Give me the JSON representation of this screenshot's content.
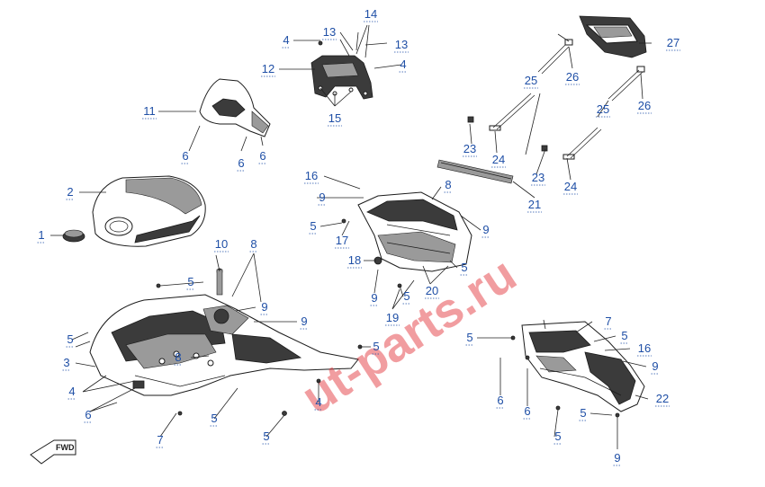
{
  "diagram": {
    "watermark": "ut-parts.ru",
    "direction_badge": "FWD",
    "callouts": [
      {
        "id": "c1",
        "label": "1"
      },
      {
        "id": "c2",
        "label": "2"
      },
      {
        "id": "c3",
        "label": "3"
      },
      {
        "id": "c4a",
        "label": "4"
      },
      {
        "id": "c4b",
        "label": "4"
      },
      {
        "id": "c4c",
        "label": "4"
      },
      {
        "id": "c4d",
        "label": "4"
      },
      {
        "id": "c5a",
        "label": "5"
      },
      {
        "id": "c5b",
        "label": "5"
      },
      {
        "id": "c5c",
        "label": "5"
      },
      {
        "id": "c5d",
        "label": "5"
      },
      {
        "id": "c5e",
        "label": "5"
      },
      {
        "id": "c5f",
        "label": "5"
      },
      {
        "id": "c5g",
        "label": "5"
      },
      {
        "id": "c5h",
        "label": "5"
      },
      {
        "id": "c5i",
        "label": "5"
      },
      {
        "id": "c5j",
        "label": "5"
      },
      {
        "id": "c5k",
        "label": "5"
      },
      {
        "id": "c5l",
        "label": "5"
      },
      {
        "id": "c6a",
        "label": "6"
      },
      {
        "id": "c6b",
        "label": "6"
      },
      {
        "id": "c6c",
        "label": "6"
      },
      {
        "id": "c6d",
        "label": "6"
      },
      {
        "id": "c6e",
        "label": "6"
      },
      {
        "id": "c6f",
        "label": "6"
      },
      {
        "id": "c7a",
        "label": "7"
      },
      {
        "id": "c7b",
        "label": "7"
      },
      {
        "id": "c8a",
        "label": "8"
      },
      {
        "id": "c8b",
        "label": "8"
      },
      {
        "id": "c8c",
        "label": "8"
      },
      {
        "id": "c9a",
        "label": "9"
      },
      {
        "id": "c9b",
        "label": "9"
      },
      {
        "id": "c9c",
        "label": "9"
      },
      {
        "id": "c9d",
        "label": "9"
      },
      {
        "id": "c9e",
        "label": "9"
      },
      {
        "id": "c9f",
        "label": "9"
      },
      {
        "id": "c9g",
        "label": "9"
      },
      {
        "id": "c10",
        "label": "10"
      },
      {
        "id": "c11",
        "label": "11"
      },
      {
        "id": "c12",
        "label": "12"
      },
      {
        "id": "c13a",
        "label": "13"
      },
      {
        "id": "c13b",
        "label": "13"
      },
      {
        "id": "c14",
        "label": "14"
      },
      {
        "id": "c15",
        "label": "15"
      },
      {
        "id": "c16a",
        "label": "16"
      },
      {
        "id": "c16b",
        "label": "16"
      },
      {
        "id": "c17",
        "label": "17"
      },
      {
        "id": "c18",
        "label": "18"
      },
      {
        "id": "c19",
        "label": "19"
      },
      {
        "id": "c20",
        "label": "20"
      },
      {
        "id": "c21",
        "label": "21"
      },
      {
        "id": "c22",
        "label": "22"
      },
      {
        "id": "c23a",
        "label": "23"
      },
      {
        "id": "c23b",
        "label": "23"
      },
      {
        "id": "c24a",
        "label": "24"
      },
      {
        "id": "c24b",
        "label": "24"
      },
      {
        "id": "c25a",
        "label": "25"
      },
      {
        "id": "c25b",
        "label": "25"
      },
      {
        "id": "c26a",
        "label": "26"
      },
      {
        "id": "c26b",
        "label": "26"
      },
      {
        "id": "c27",
        "label": "27"
      }
    ]
  }
}
